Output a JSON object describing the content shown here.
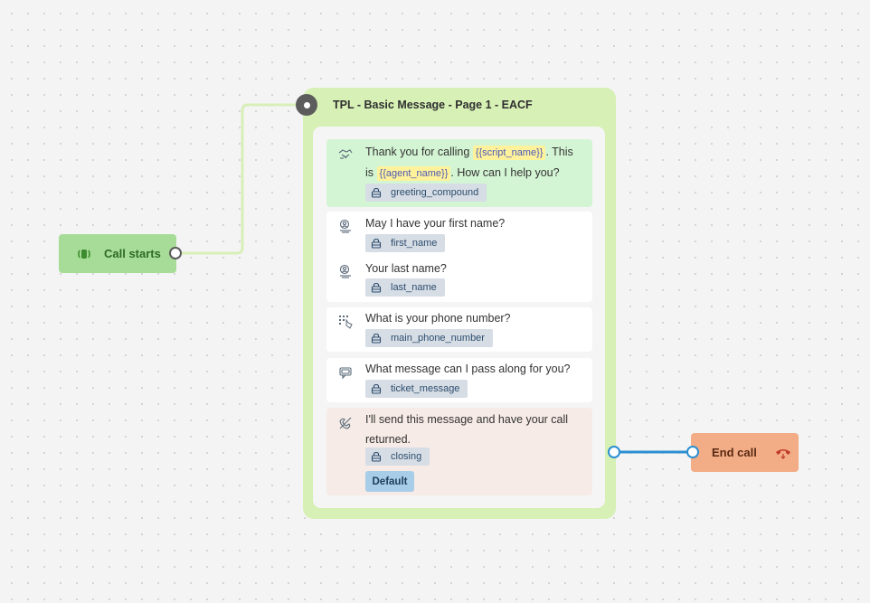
{
  "start_node": {
    "label": "Call starts",
    "icon": "call-start-icon"
  },
  "page": {
    "title": "TPL - Basic Message - Page 1 - EACF",
    "greeting": {
      "prefix": "Thank you for calling",
      "var1": "{{script_name}}",
      "middle_a": ". This",
      "middle_b": "is",
      "var2": "{{agent_name}}",
      "suffix": ". How can I help you?",
      "field": "greeting_compound",
      "icon": "handshake-icon"
    },
    "first_name": {
      "question": "May I have your first name?",
      "field": "first_name",
      "icon": "person-card-icon"
    },
    "last_name": {
      "question": "Your last name?",
      "field": "last_name",
      "icon": "person-card-icon"
    },
    "phone": {
      "question": "What is your phone number?",
      "field": "main_phone_number",
      "icon": "dialpad-icon"
    },
    "message": {
      "question": "What message can I pass along for you?",
      "field": "ticket_message",
      "icon": "message-icon"
    },
    "closing": {
      "line1": "I'll send this message and have your call",
      "line2": "returned.",
      "field": "closing",
      "button": "Default",
      "icon": "hangup-icon"
    }
  },
  "end_node": {
    "label": "End call",
    "icon": "phone-hangup-icon"
  },
  "colors": {
    "start_node": "#a6dc97",
    "page_bg": "#d6f0b5",
    "greeting_card": "#d4f5d4",
    "closing_card": "#f6ebe6",
    "end_node": "#f2ac86",
    "connector_blue": "#2c8fd1",
    "variable_highlight": "#fff29b"
  }
}
